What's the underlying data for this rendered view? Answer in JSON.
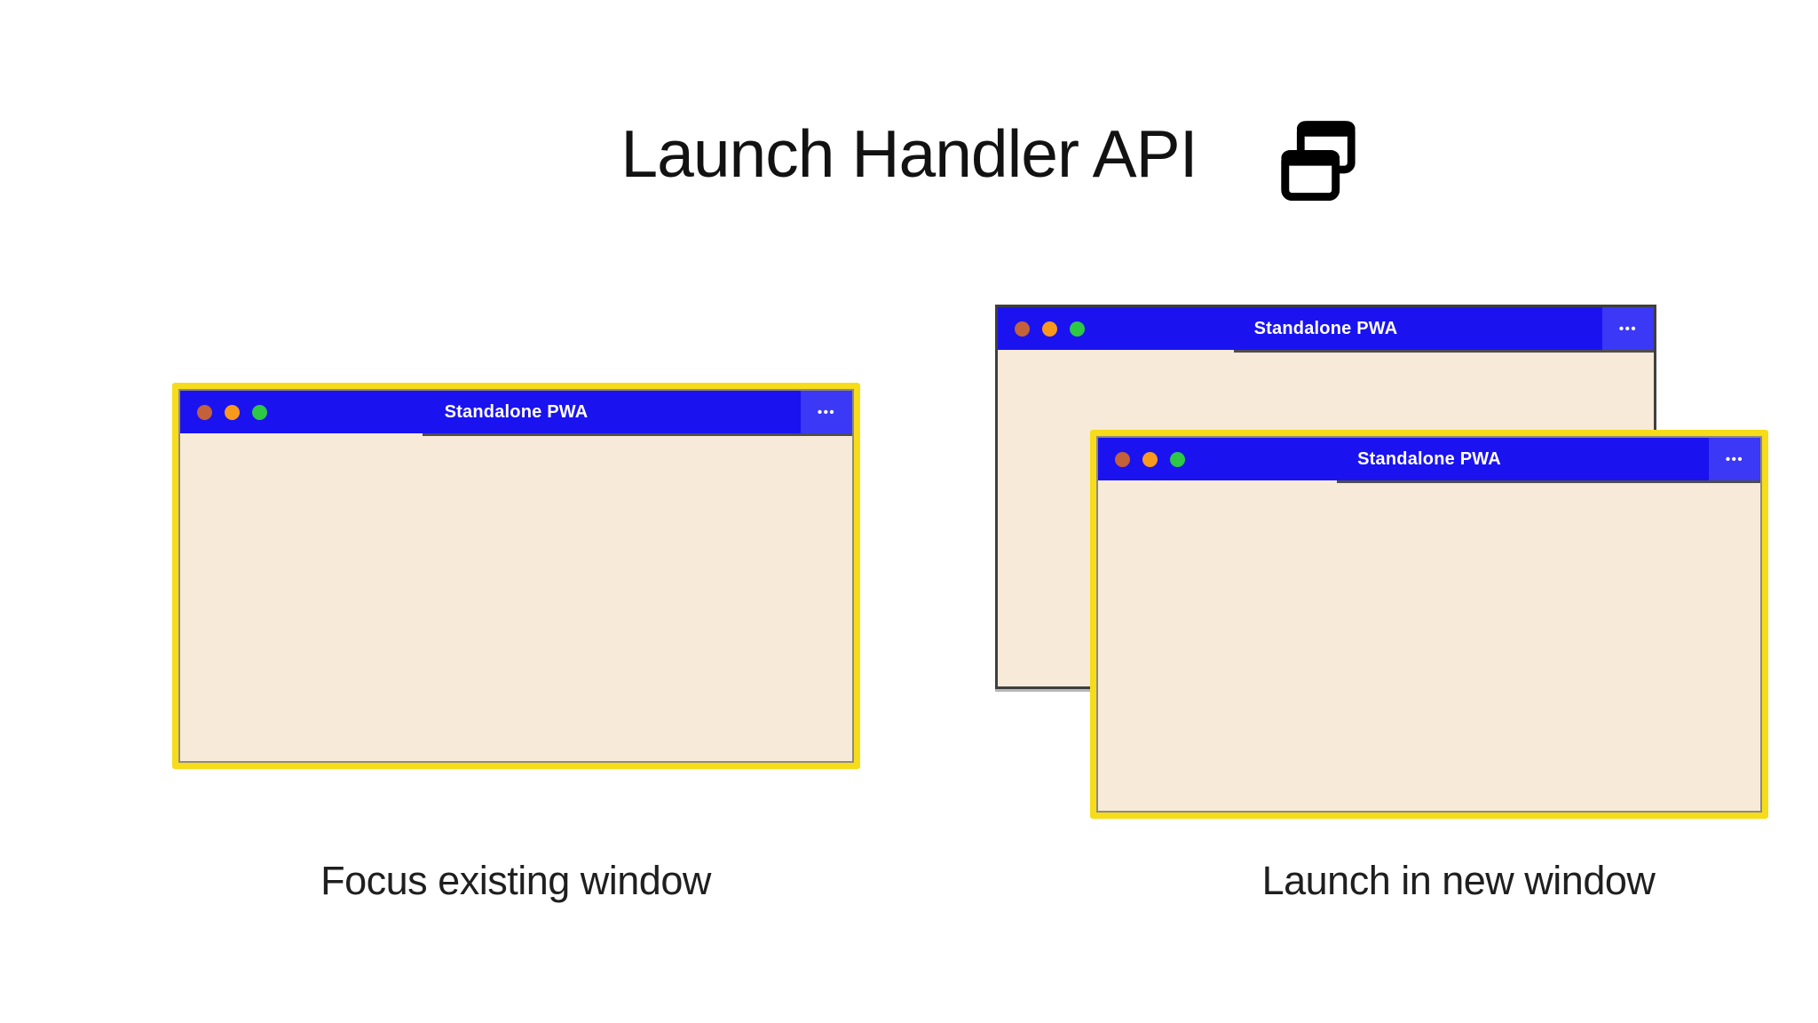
{
  "title": {
    "text": "Launch Handler API",
    "icon": "overlapping-windows-icon"
  },
  "left_example": {
    "caption": "Focus existing window",
    "window": {
      "title": "Standalone PWA",
      "menu_glyph": "•••",
      "highlighted": true
    }
  },
  "right_example": {
    "caption": "Launch in new window",
    "back_window": {
      "title": "Standalone PWA",
      "menu_glyph": "•••",
      "highlighted": false
    },
    "front_window": {
      "title": "Standalone PWA",
      "menu_glyph": "•••",
      "highlighted": true
    }
  },
  "colors": {
    "titlebar_blue": "#1a13f0",
    "menu_segment_blue": "#3b38f6",
    "content_cream": "#f8ead8",
    "highlight_yellow": "#f6dc19",
    "dot_brown": "#c3613a",
    "dot_orange": "#f8991d",
    "dot_green": "#2dc845",
    "back_border": "#3f3f3f",
    "text_black": "#121212"
  }
}
